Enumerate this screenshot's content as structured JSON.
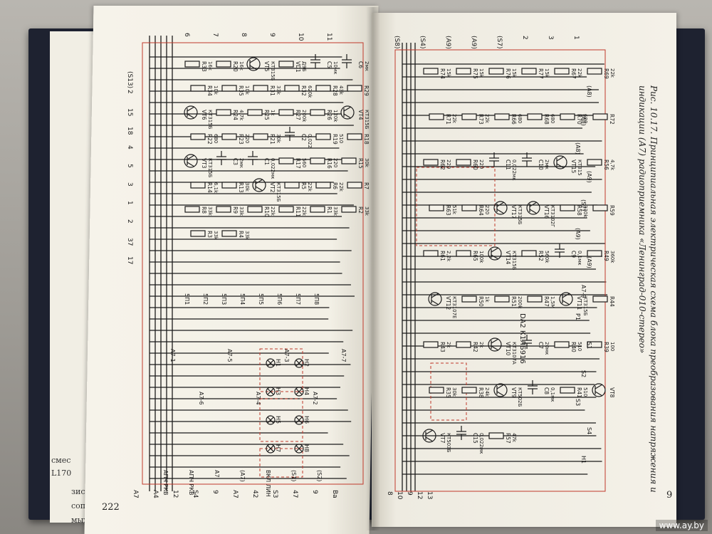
{
  "left_page": {
    "page_number": "222",
    "side_text": [
      "смес",
      "L170",
      "зисто",
      "сопр",
      "мых"
    ]
  },
  "right_page": {
    "page_number": "9",
    "caption": "Рис. 10.17. Принципиальная электрическая схема блока преобразования напряжения и индикации (А7) радиоприемника «Ленинград-010-стерео»"
  },
  "schematic_left": {
    "top_pins": [
      "6",
      "7",
      "8",
      "9",
      "10",
      "11"
    ],
    "bottom_pins": [
      "A7",
      "A4",
      "12",
      "S4",
      "9",
      "A7",
      "42",
      "S3",
      "47",
      "9",
      "Ba"
    ],
    "left_pins": [
      "(S13)",
      "2",
      "15",
      "18",
      "4",
      "5",
      "3",
      "1",
      "2",
      "37",
      "17"
    ],
    "components": [
      {
        "ref": "R33",
        "val": "16k"
      },
      {
        "ref": "R20",
        "val": "16k"
      },
      {
        "ref": "VT5",
        "val": "КТ315Б"
      },
      {
        "ref": "VD1",
        "val": "Д9Б"
      },
      {
        "ref": "C5",
        "val": "10мк"
      },
      {
        "ref": "C6",
        "val": "2мк"
      },
      {
        "ref": "R34",
        "val": "10k"
      },
      {
        "ref": "R35",
        "val": "10k"
      },
      {
        "ref": "R31",
        "val": "33k"
      },
      {
        "ref": "R32",
        "val": "620k"
      },
      {
        "ref": "R28",
        "val": "43k"
      },
      {
        "ref": "R29",
        "val": "45k"
      },
      {
        "ref": "VT6",
        "val": "КТ315Б"
      },
      {
        "ref": "R24",
        "val": "4,7k"
      },
      {
        "ref": "R25",
        "val": "1k"
      },
      {
        "ref": "R27",
        "val": "200k"
      },
      {
        "ref": "R26",
        "val": "120k"
      },
      {
        "ref": "VT4",
        "val": "КТ315Б"
      },
      {
        "ref": "R22",
        "val": "680"
      },
      {
        "ref": "R23",
        "val": "220"
      },
      {
        "ref": "R21",
        "val": "30k"
      },
      {
        "ref": "C2",
        "val": "0,022"
      },
      {
        "ref": "R19",
        "val": "510"
      },
      {
        "ref": "R18",
        "val": "5,1k"
      },
      {
        "ref": "VT3",
        "val": "КТ315Б"
      },
      {
        "ref": "C3",
        "val": "2мк"
      },
      {
        "ref": "C1",
        "val": "0,022мк"
      },
      {
        "ref": "R17",
        "val": "560"
      },
      {
        "ref": "R16",
        "val": "220"
      },
      {
        "ref": "R15",
        "val": "30k"
      },
      {
        "ref": "R14",
        "val": "6,1k"
      },
      {
        "ref": "R13",
        "val": "30k"
      },
      {
        "ref": "VT2",
        "val": "КТ315Б"
      },
      {
        "ref": "R5",
        "val": "22k"
      },
      {
        "ref": "R6",
        "val": "22k"
      },
      {
        "ref": "R7",
        "val": "22k"
      },
      {
        "ref": "R8",
        "val": "33k"
      },
      {
        "ref": "R9",
        "val": "33k"
      },
      {
        "ref": "R10",
        "val": "22k"
      },
      {
        "ref": "R11",
        "val": "22k"
      },
      {
        "ref": "R1",
        "val": "33k"
      },
      {
        "ref": "R2",
        "val": "33k"
      },
      {
        "ref": "R3",
        "val": "33k"
      },
      {
        "ref": "R4",
        "val": "33k"
      }
    ],
    "switches": [
      "5П1",
      "5П2",
      "5П3",
      "5П4",
      "5П5",
      "5П6",
      "5П7",
      "5П8"
    ],
    "lamp_labels": [
      "H1",
      "H2",
      "H3",
      "H4",
      "H5",
      "H6",
      "H7",
      "H8"
    ],
    "block_labels": [
      "А7-1",
      "А7-6",
      "А7-5",
      "А7-4",
      "А7-3",
      "А7-2",
      "А7-7"
    ],
    "misc_labels": [
      "АПЧ РКВ",
      "АПЧ РКВ",
      "А7",
      "(А7)",
      "ВКЛ ЛИН",
      "(S1)",
      "(S2)"
    ]
  },
  "schematic_right": {
    "top_pins": [
      "(S8)",
      "(S4)",
      "(A9)",
      "(A9)",
      "(S7)",
      "2",
      "3",
      "1"
    ],
    "components": [
      {
        "ref": "R74",
        "val": "15k"
      },
      {
        "ref": "R75",
        "val": "15k"
      },
      {
        "ref": "R76",
        "val": "15k"
      },
      {
        "ref": "R77",
        "val": "15k"
      },
      {
        "ref": "R67",
        "val": "22k"
      },
      {
        "ref": "R69",
        "val": "22k"
      },
      {
        "ref": "R71",
        "val": "22k"
      },
      {
        "ref": "R73",
        "val": "22k"
      },
      {
        "ref": "R66",
        "val": "680"
      },
      {
        "ref": "R68",
        "val": "680"
      },
      {
        "ref": "R70",
        "val": "680"
      },
      {
        "ref": "R72",
        "val": "680"
      },
      {
        "ref": "R62",
        "val": "220"
      },
      {
        "ref": "R60",
        "val": "220"
      },
      {
        "ref": "C11",
        "val": "0,022мк"
      },
      {
        "ref": "C10",
        "val": "2мк"
      },
      {
        "ref": "VT15",
        "val": "КТ315"
      },
      {
        "ref": "R56",
        "val": "4,7k"
      },
      {
        "ref": "R63",
        "val": "51k"
      },
      {
        "ref": "R64",
        "val": "220"
      },
      {
        "ref": "VT17",
        "val": "КТ315Б"
      },
      {
        "ref": "VT16",
        "val": "КТ3102Г"
      },
      {
        "ref": "R58",
        "val": "330k"
      },
      {
        "ref": "R59",
        "val": "10k"
      },
      {
        "ref": "R61",
        "val": "2,2k"
      },
      {
        "ref": "R65",
        "val": "100k"
      },
      {
        "ref": "VT14",
        "val": "КТ315Б"
      },
      {
        "ref": "R52",
        "val": "560k"
      },
      {
        "ref": "C9",
        "val": "0,1мк"
      },
      {
        "ref": "R49",
        "val": "360k"
      },
      {
        "ref": "VT12",
        "val": "КТ3107Е"
      },
      {
        "ref": "R50",
        "val": "1k"
      },
      {
        "ref": "R51",
        "val": "200k"
      },
      {
        "ref": "R47",
        "val": "1,5M"
      },
      {
        "ref": "VT11",
        "val": "КТ315Б"
      },
      {
        "ref": "R44",
        "val": "510"
      },
      {
        "ref": "R43",
        "val": "2k"
      },
      {
        "ref": "R42",
        "val": "2k"
      },
      {
        "ref": "VT10",
        "val": "КТ3107А"
      },
      {
        "ref": "C7",
        "val": "20мк"
      },
      {
        "ref": "R40",
        "val": "510"
      },
      {
        "ref": "R39",
        "val": "100"
      },
      {
        "ref": "R35",
        "val": "30k"
      },
      {
        "ref": "R38",
        "val": "24k"
      },
      {
        "ref": "VT9",
        "val": "КТ502Б"
      },
      {
        "ref": "C8",
        "val": "0,1мк"
      },
      {
        "ref": "R41",
        "val": "510"
      },
      {
        "ref": "VT8",
        "val": "КТ315Б"
      },
      {
        "ref": "VT7",
        "val": "КТ503Б"
      },
      {
        "ref": "C15",
        "val": "0,022мк"
      },
      {
        "ref": "R57",
        "val": "47k"
      }
    ],
    "ic_label": "DA2 К1ЛБ916",
    "bottom_pins": [
      "8",
      "10",
      "9",
      "12",
      "13"
    ],
    "misc_labels": [
      "(А8)",
      "(А8)",
      "(А8)",
      "(А9)",
      "(S7)",
      "(А9)",
      "(А9)",
      "А7-9",
      "Р1",
      "S1",
      "S2",
      "S3",
      "S4",
      "Н1"
    ]
  }
}
